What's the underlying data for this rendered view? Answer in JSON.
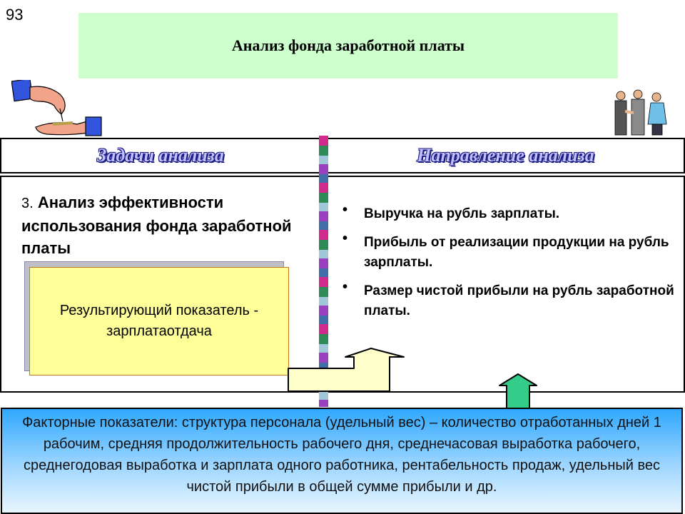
{
  "slide": {
    "number": "93"
  },
  "title": {
    "text": "Анализ фонда заработной платы"
  },
  "headers": {
    "left": "Задачи анализа",
    "right": "Направление анализа"
  },
  "task": {
    "number": "3.",
    "text": "Анализ эффективности использования фонда заработной платы"
  },
  "result_box": {
    "text": "Результирующий показатель - зарплатаотдача"
  },
  "directions": {
    "items": [
      "Выручка на рубль зарплаты.",
      "Прибыль от реализации продукции на рубль зарплаты.",
      "Размер чистой прибыли на рубль заработной платы."
    ]
  },
  "factors": {
    "text": "Факторные показатели: структура персонала (удельный вес) – количество отработанных дней 1 рабочим, средняя продолжительность рабочего дня, среднечасовая выработка рабочего, среднегодовая выработка и зарплата одного работника, рентабельность продаж, удельный вес чистой прибыли в общей сумме прибыли и др."
  },
  "icons": {
    "hands": "hands-money-icon",
    "people": "business-people-handshake-icon",
    "arrow_right": "arrow-right-up-icon",
    "arrow_up": "arrow-up-icon"
  },
  "colors": {
    "title_bg": "#ccffcc",
    "result_bg": "#ffff99",
    "factor_gradient_top": "#2fa8ff",
    "header_text": "#c0c0ff",
    "up_arrow": "#33cc88"
  }
}
